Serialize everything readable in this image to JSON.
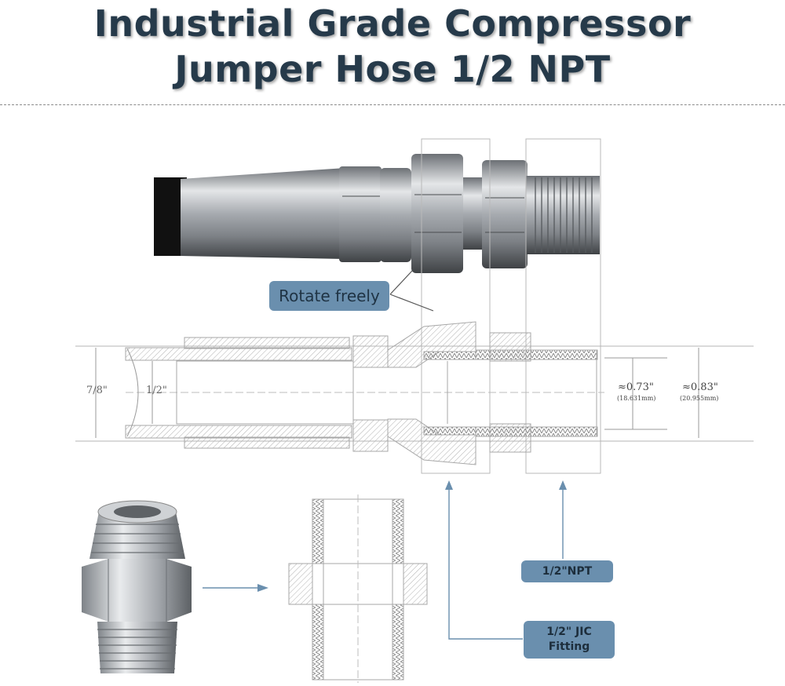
{
  "title": {
    "line1": "Industrial Grade Compressor",
    "line2": "Jumper Hose 1/2 NPT"
  },
  "labels": {
    "rotate": "Rotate freely",
    "npt": "1/2\"NPT",
    "jic_line1": "1/2\" JIC",
    "jic_line2": "Fitting"
  },
  "dimensions": {
    "outer": "7/8\"",
    "inner": "1/2\"",
    "d1": "≈0.73\"",
    "d1_mm": "(18.631mm)",
    "d2": "≈0.83\"",
    "d2_mm": "(20.955mm)"
  },
  "colors": {
    "title": "#263a4a",
    "label_bg": "#6a8fae",
    "drawing_line": "#9a9a9a",
    "steel": "#b9bcc0"
  }
}
